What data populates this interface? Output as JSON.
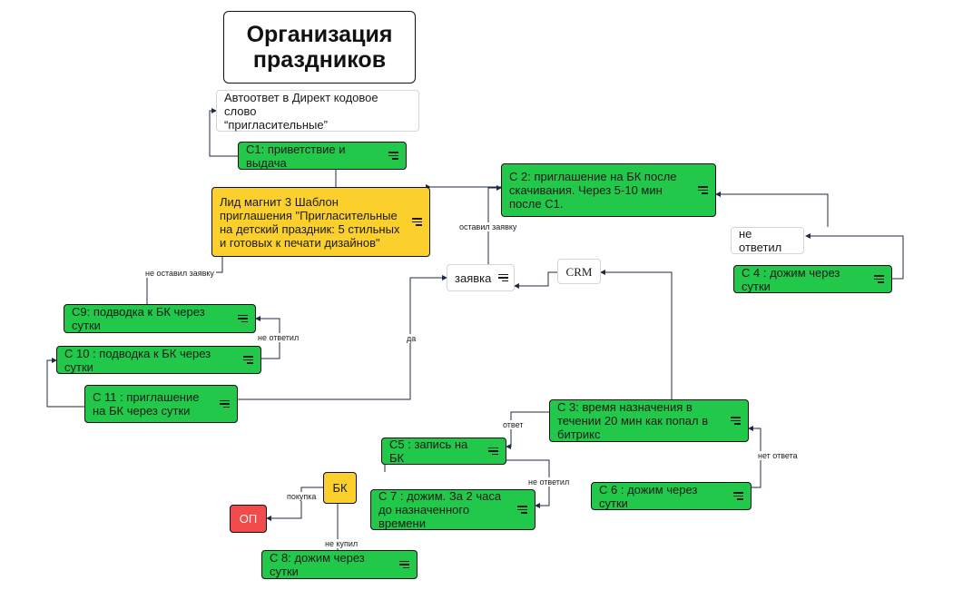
{
  "title": "Организация\nпраздников",
  "nodes": {
    "autoreply": "Автоответ в Директ кодовое слово\n“пригласительные”",
    "c1": "С1: приветствие и выдача",
    "lead_magnet": "Лид магнит 3  Шаблон приглашения \"Пригласительные на детский праздник: 5 стильных и готовых к печати дизайнов\"",
    "c2": "С 2: приглашение на БК после скачивания. Через 5-10 мин после С1.",
    "no_answer_right": "не ответил",
    "c4": "С 4 : дожим через сутки",
    "request": "заявка",
    "crm": "CRM",
    "c9": "С9: подводка к БК через сутки",
    "c10": "С 10 : подводка к БК через сутки",
    "c11": "С 11 : приглашение на БК через сутки",
    "c3": "С 3: время назначения в течении 20 мин как попал в битрикс",
    "c5": "С5 : запись на БК",
    "bk": "БК",
    "op": "ОП",
    "c7": "С 7 : дожим. За 2 часа до назначенного времени",
    "c6": "С 6 : дожим через сутки",
    "c8": "С 8: дожим через сутки"
  },
  "edge_labels": {
    "left_request": "оставил заявку",
    "no_request": "не оставил заявку",
    "no_answer_left": "не ответил",
    "yes": "да",
    "answer": "ответ",
    "no_response": "нет ответа",
    "no_answer_c7": "не ответил",
    "purchase": "покупка",
    "not_bought": "не купил"
  },
  "colors": {
    "green": "#22c84a",
    "yellow": "#fbd02c",
    "red": "#f24b4b",
    "line": "#1f2a44"
  }
}
